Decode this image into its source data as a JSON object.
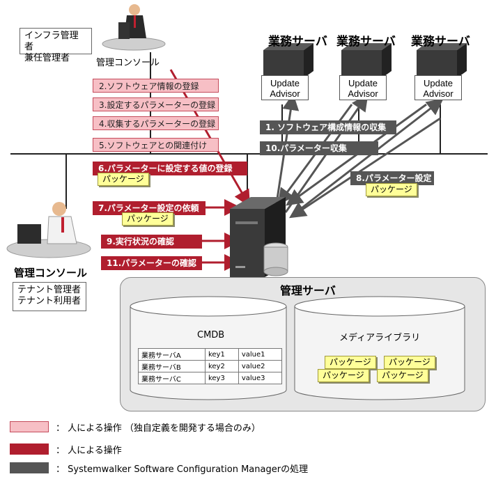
{
  "roles": {
    "infra_admin": [
      "インフラ管理者",
      "兼任管理者"
    ],
    "tenant": [
      "テナント管理者",
      "テナント利用者"
    ]
  },
  "labels": {
    "console_top": "管理コンソール",
    "console_bottom": "管理コンソール",
    "mgmt_server": "管理サーバ"
  },
  "business_servers": [
    {
      "title": "業務サーバ",
      "agent": [
        "Update",
        "Advisor"
      ]
    },
    {
      "title": "業務サーバ",
      "agent": [
        "Update",
        "Advisor"
      ]
    },
    {
      "title": "業務サーバ",
      "agent": [
        "Update",
        "Advisor"
      ]
    }
  ],
  "steps": {
    "s2": "2.ソフトウェア情報の登録",
    "s3": "3.設定するパラメーターの登録",
    "s4": "4.収集するパラメーターの登録",
    "s5": "5.ソフトウェアとの関連付け",
    "s6": "6.パラメーターに設定する値の登録",
    "s7": "7.パラメーター設定の依頼",
    "s9": "9.実行状況の確認",
    "s11": "11.パラメーターの確認",
    "s1": "1. ソフトウェア構成情報の収集",
    "s10": "10.パラメーター収集",
    "s8": "8.パラメーター設定"
  },
  "package_label": "パッケージ",
  "cmdb": {
    "title": "CMDB",
    "rows": [
      [
        "業務サーバA",
        "key1",
        "value1"
      ],
      [
        "業務サーバB",
        "key2",
        "value2"
      ],
      [
        "業務サーバC",
        "key3",
        "value3"
      ]
    ]
  },
  "media_library": {
    "title": "メディアライブラリ",
    "packages": [
      "パッケージ",
      "パッケージ",
      "パッケージ",
      "パッケージ"
    ]
  },
  "legend": [
    {
      "text": "： 人による操作 （独自定義を開発する場合のみ）",
      "color": "#f7bfc5"
    },
    {
      "text": "： 人による操作",
      "color": "#b01e2e"
    },
    {
      "text": "： Systemwalker Software Configuration Managerの処理",
      "color": "#555555"
    }
  ]
}
